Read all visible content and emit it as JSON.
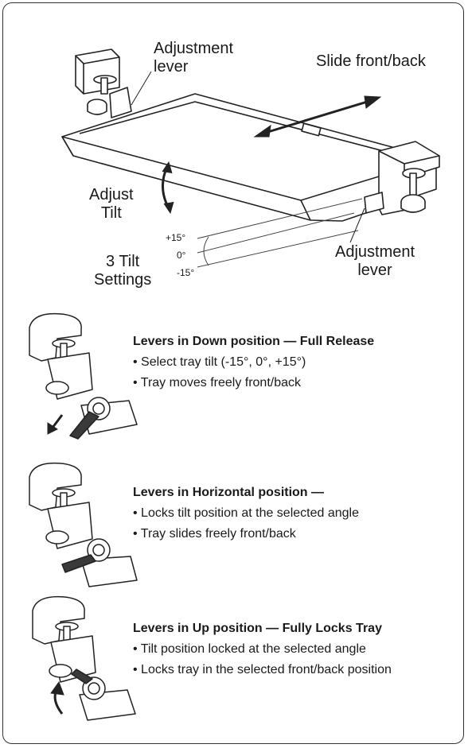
{
  "top_diagram": {
    "adjustment_lever_top": [
      "Adjustment",
      "lever"
    ],
    "slide_front_back": "Slide front/back",
    "adjust_tilt": [
      "Adjust",
      "Tilt"
    ],
    "tilt_angles": [
      "+15°",
      "0°",
      "-15°"
    ],
    "tilt_settings": [
      "3 Tilt",
      "Settings"
    ],
    "adjustment_lever_bottom": [
      "Adjustment",
      "lever"
    ]
  },
  "steps": [
    {
      "title": "Levers in Down position — Full Release",
      "bullets": [
        "Select tray tilt (-15°, 0°, +15°)",
        "Tray moves freely front/back"
      ],
      "arrow": "down"
    },
    {
      "title": "Levers in Horizontal position —",
      "bullets": [
        "Locks tilt position at the selected angle",
        "Tray slides freely front/back"
      ],
      "arrow": "none"
    },
    {
      "title": "Levers in Up position — Fully Locks Tray",
      "bullets": [
        "Tilt position locked at the selected angle",
        "Locks tray in the selected front/back position"
      ],
      "arrow": "up"
    }
  ],
  "colors": {
    "line": "#222222",
    "lever": "#3a3a3a",
    "fill": "#ffffff"
  }
}
